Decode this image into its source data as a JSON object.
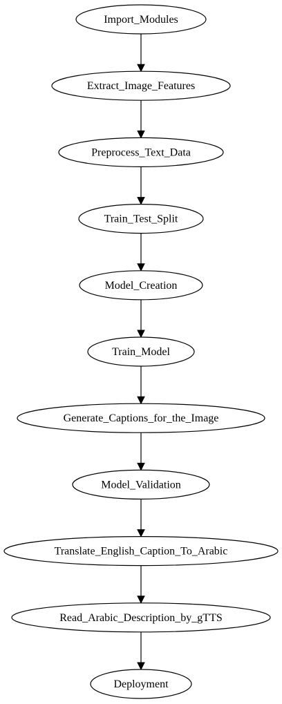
{
  "diagram": {
    "nodes": [
      {
        "id": "import_modules",
        "label": "Import_Modules"
      },
      {
        "id": "extract_image_features",
        "label": "Extract_Image_Features"
      },
      {
        "id": "preprocess_text_data",
        "label": "Preprocess_Text_Data"
      },
      {
        "id": "train_test_split",
        "label": "Train_Test_Split"
      },
      {
        "id": "model_creation",
        "label": "Model_Creation"
      },
      {
        "id": "train_model",
        "label": "Train_Model"
      },
      {
        "id": "generate_captions",
        "label": "Generate_Captions_for_the_Image"
      },
      {
        "id": "model_validation",
        "label": "Model_Validation"
      },
      {
        "id": "translate_caption",
        "label": "Translate_English_Caption_To_Arabic"
      },
      {
        "id": "read_arabic",
        "label": "Read_Arabic_Description_by_gTTS"
      },
      {
        "id": "deployment",
        "label": "Deployment"
      }
    ],
    "edges": [
      {
        "from": "import_modules",
        "to": "extract_image_features"
      },
      {
        "from": "extract_image_features",
        "to": "preprocess_text_data"
      },
      {
        "from": "preprocess_text_data",
        "to": "train_test_split"
      },
      {
        "from": "train_test_split",
        "to": "model_creation"
      },
      {
        "from": "model_creation",
        "to": "train_model"
      },
      {
        "from": "train_model",
        "to": "generate_captions"
      },
      {
        "from": "generate_captions",
        "to": "model_validation"
      },
      {
        "from": "model_validation",
        "to": "translate_caption"
      },
      {
        "from": "translate_caption",
        "to": "read_arabic"
      },
      {
        "from": "read_arabic",
        "to": "deployment"
      }
    ]
  }
}
